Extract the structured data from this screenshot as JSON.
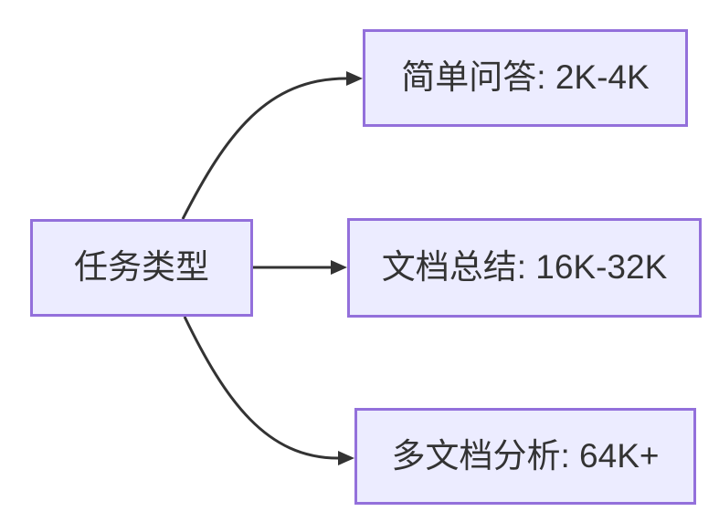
{
  "diagram": {
    "type": "flowchart",
    "direction": "left-to-right",
    "root": {
      "id": "task-type",
      "label": "任务类型"
    },
    "children": [
      {
        "id": "simple-qa",
        "label": "简单问答: 2K-4K"
      },
      {
        "id": "doc-summary",
        "label": "文档总结: 16K-32K"
      },
      {
        "id": "multi-doc",
        "label": "多文档分析: 64K+"
      }
    ],
    "edges": [
      {
        "from": "task-type",
        "to": "simple-qa"
      },
      {
        "from": "task-type",
        "to": "doc-summary"
      },
      {
        "from": "task-type",
        "to": "multi-doc"
      }
    ],
    "colors": {
      "node_fill": "#ECECFF",
      "node_border": "#9370DB",
      "edge_stroke": "#333333",
      "text": "#333333",
      "background": "#FFFFFF"
    }
  }
}
